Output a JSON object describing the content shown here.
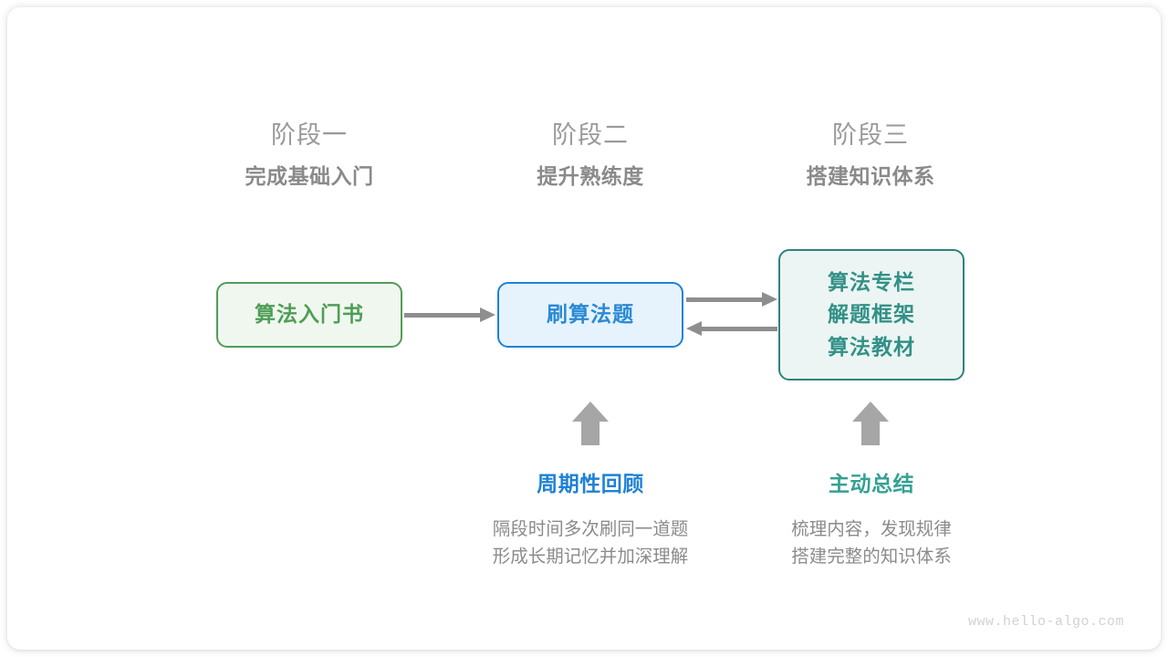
{
  "diagram": {
    "stages": [
      {
        "name": "阶段一",
        "title": "完成基础入门"
      },
      {
        "name": "阶段二",
        "title": "提升熟练度"
      },
      {
        "name": "阶段三",
        "title": "搭建知识体系"
      }
    ],
    "nodes": {
      "book": {
        "label": "算法入门书",
        "border_color": "#539b58",
        "fill_color": "#f0f7ef",
        "text_color": "#4f9e56"
      },
      "practice": {
        "label": "刷算法题",
        "border_color": "#1c82d8",
        "fill_color": "#e6f3fd",
        "text_color": "#2a8ad4"
      },
      "knowledge": {
        "lines": [
          "算法专栏",
          "解题框架",
          "算法教材"
        ],
        "line1": "算法专栏",
        "line2": "解题框架",
        "line3": "算法教材",
        "border_color": "#2f837c",
        "fill_color": "#ecf5f3",
        "text_color": "#329187"
      }
    },
    "notes": [
      {
        "title": "周期性回顾",
        "color": "#1f82d4",
        "desc_line1": "隔段时间多次刷同一道题",
        "desc_line2": "形成长期记忆并加深理解"
      },
      {
        "title": "主动总结",
        "color": "#35a193",
        "desc_line1": "梳理内容，发现规律",
        "desc_line2": "搭建完整的知识体系"
      }
    ],
    "arrow_color": "#8e8e8e",
    "up_arrow_color": "#a6a6a6",
    "watermark": "www.hello-algo.com"
  }
}
